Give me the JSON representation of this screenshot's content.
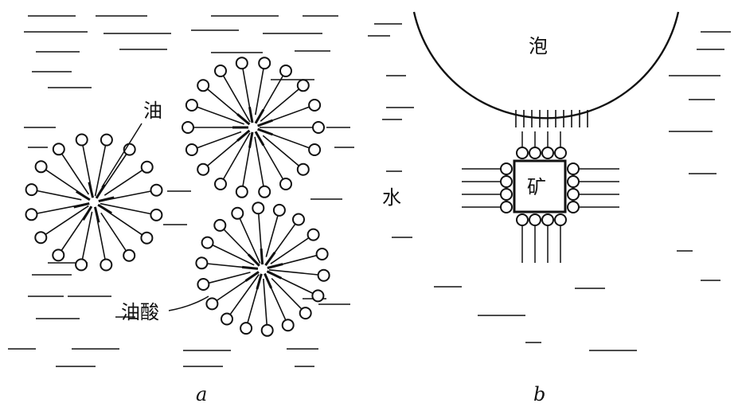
{
  "colors": {
    "ink": "#111111",
    "background": "#ffffff"
  },
  "panel_a": {
    "label": "a",
    "oil_label": "油",
    "oleic_acid_label": "油酸"
  },
  "panel_b": {
    "label": "b",
    "bubble_label": "泡",
    "water_label": "水",
    "mineral_label": "矿"
  }
}
